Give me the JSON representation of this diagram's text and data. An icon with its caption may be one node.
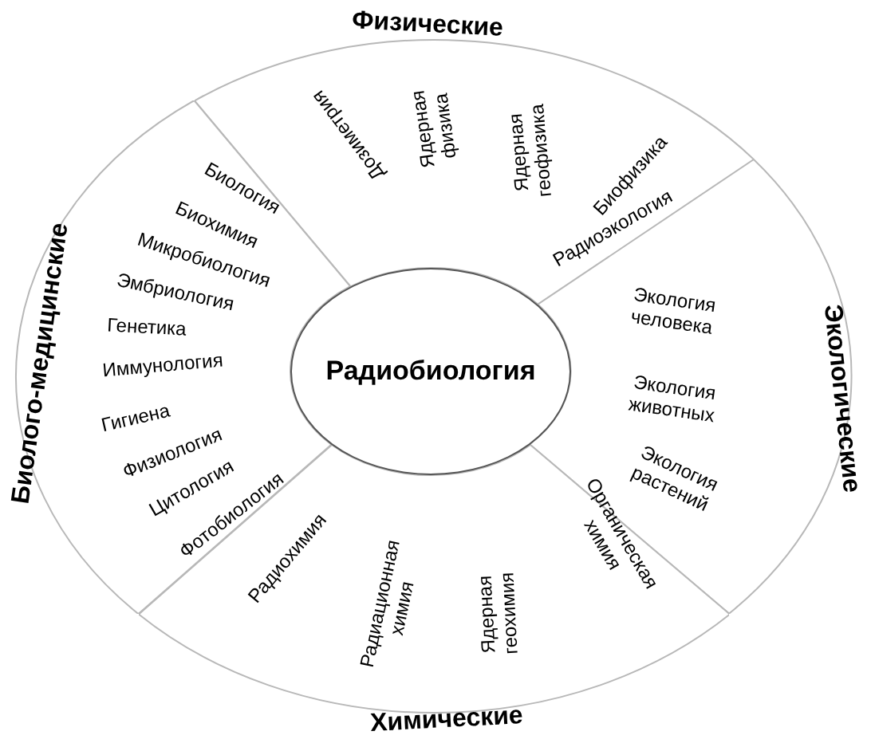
{
  "diagram": {
    "nodes": [
      {
        "text": [
          "Радиобиология"
        ]
      },
      {
        "text": [
          "Физические"
        ]
      },
      {
        "text": [
          "Экологические"
        ]
      },
      {
        "text": [
          "Химические"
        ]
      },
      {
        "text": [
          "Биолого-медицинские"
        ]
      }
    ],
    "labels": [
      "Дозиметрия",
      "Ядерная физика",
      "Ядерная геофизика",
      "Биофизика",
      "Радиоэкология",
      "Экология человека",
      "Экология животных",
      "Экология растений",
      "Органическая химия",
      "Ядерная геохимия",
      "Радиационная химия",
      "Радиохимия",
      "Биология",
      "Биохимия",
      "Микробиология",
      "Эмбриология",
      "Генетика",
      "Иммунология",
      "Гигиена",
      "Физиология",
      "Цитология",
      "Фотобиология"
    ]
  }
}
